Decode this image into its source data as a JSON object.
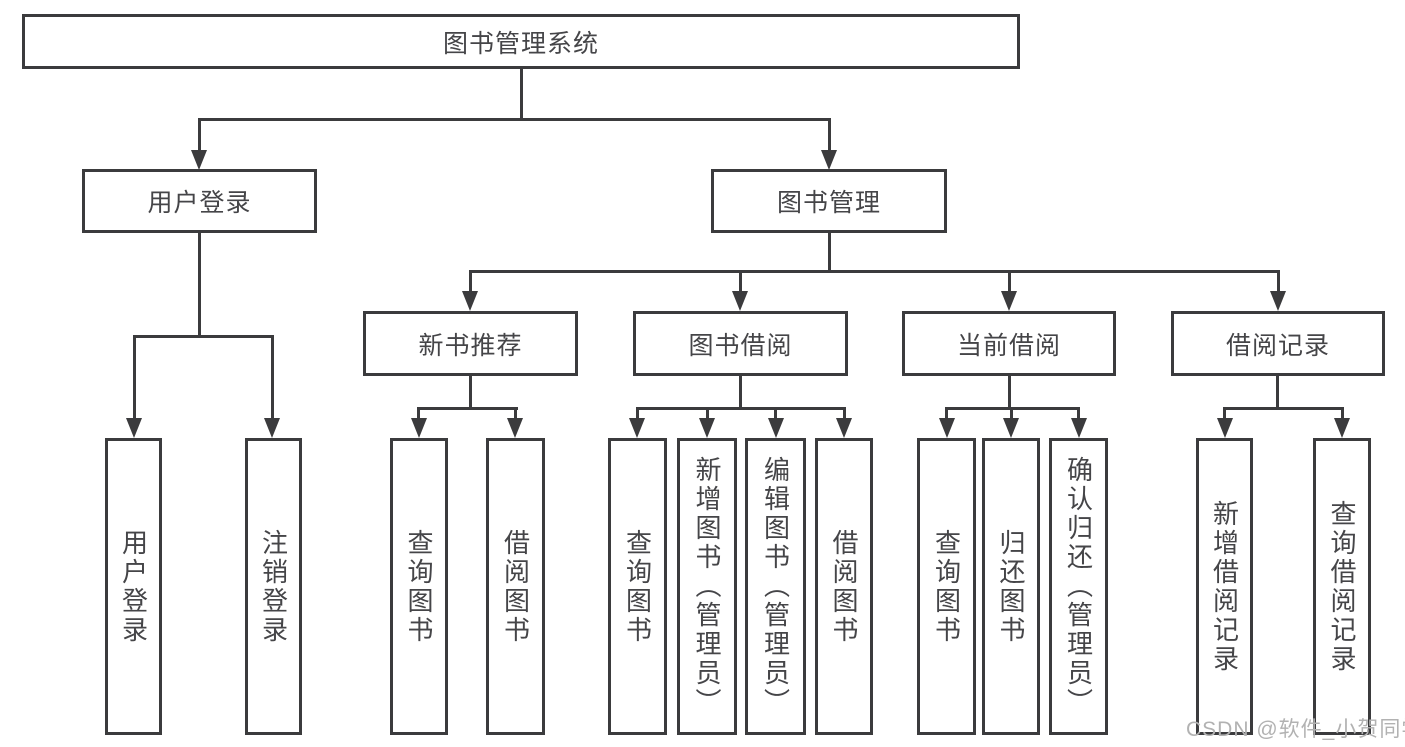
{
  "diagram": {
    "title_node": "图书管理系统",
    "root": {
      "label": "图书管理系统"
    },
    "branches": [
      {
        "label": "用户登录",
        "children": [
          {
            "label": "用户登录"
          },
          {
            "label": "注销登录"
          }
        ]
      },
      {
        "label": "图书管理",
        "children": [
          {
            "label": "新书推荐",
            "children": [
              {
                "label": "查询图书"
              },
              {
                "label": "借阅图书"
              }
            ]
          },
          {
            "label": "图书借阅",
            "children": [
              {
                "label": "查询图书"
              },
              {
                "label": "新增图书（管理员）"
              },
              {
                "label": "编辑图书（管理员）"
              },
              {
                "label": "借阅图书"
              }
            ]
          },
          {
            "label": "当前借阅",
            "children": [
              {
                "label": "查询图书"
              },
              {
                "label": "归还图书"
              },
              {
                "label": "确认归还（管理员）"
              }
            ]
          },
          {
            "label": "借阅记录",
            "children": [
              {
                "label": "新增借阅记录"
              },
              {
                "label": "查询借阅记录"
              }
            ]
          }
        ]
      }
    ]
  },
  "watermark": {
    "text": "CSDN @软件_小贺同学"
  },
  "colors": {
    "line": "#3b3b3d",
    "text": "#454548",
    "watermark": "#b2b2b2",
    "bg": "#ffffff"
  }
}
